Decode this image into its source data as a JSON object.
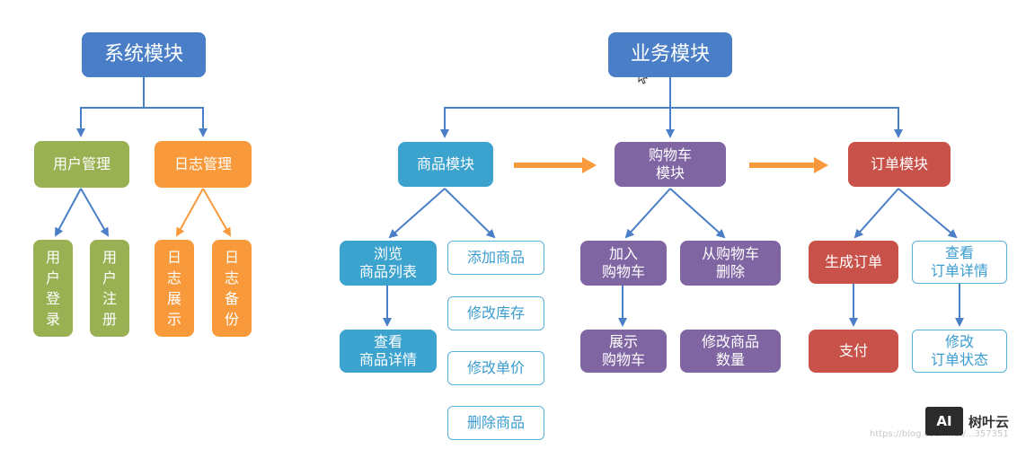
{
  "system": {
    "root": "系统模块",
    "user_mgmt": "用户管理",
    "log_mgmt": "日志管理",
    "user_login": "用\n户\n登\n录",
    "user_register": "用\n户\n注\n册",
    "log_show": "日\n志\n展\n示",
    "log_backup": "日\n志\n备\n份"
  },
  "business": {
    "root": "业务模块",
    "goods_module": "商品模块",
    "cart_module": "购物车\n模块",
    "order_module": "订单模块",
    "browse_goods": "浏览\n商品列表",
    "view_goods_detail": "查看\n商品详情",
    "add_goods": "添加商品",
    "modify_stock": "修改库存",
    "modify_price": "修改单价",
    "delete_goods": "删除商品",
    "add_to_cart": "加入\n购物车",
    "remove_from_cart": "从购物车\n删除",
    "show_cart": "展示\n购物车",
    "modify_qty": "修改商品\n数量",
    "create_order": "生成订单",
    "view_order_detail": "查看\n订单详情",
    "pay": "支付",
    "modify_order_status": "修改\n订单状态"
  },
  "colors": {
    "connector": "#4a7fc7",
    "orange_connector": "#f89a3c",
    "flow_arrow": "#f89a3c"
  },
  "watermark": {
    "logo": "AI",
    "name": "树叶云",
    "url": "https://blog.csdn.net/...357351"
  }
}
